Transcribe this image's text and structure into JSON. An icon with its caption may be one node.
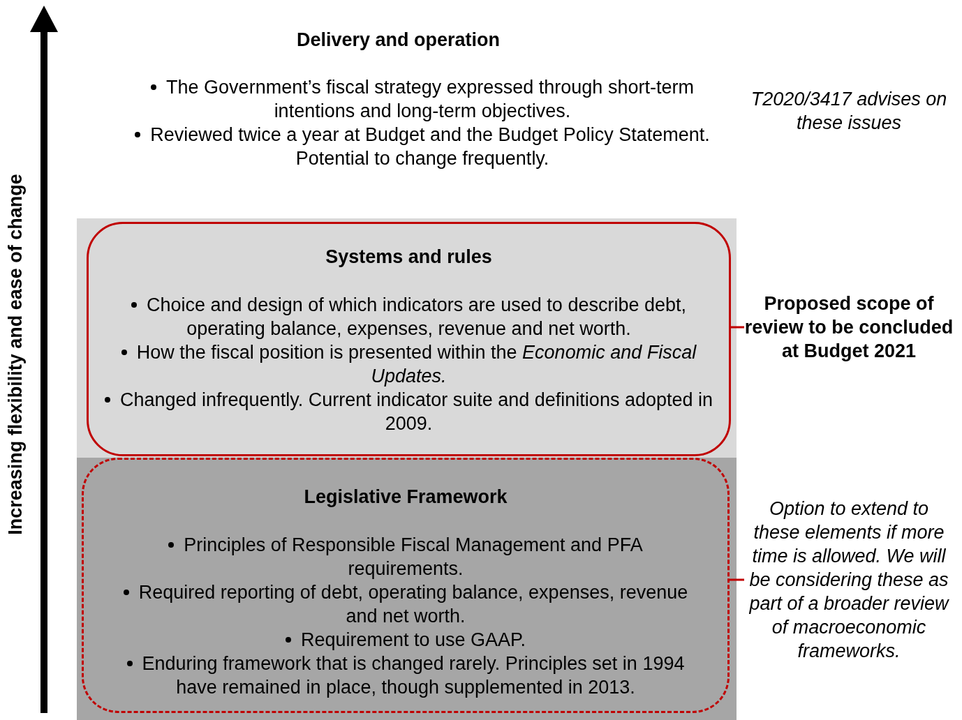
{
  "diagram": {
    "nodes": [
      {
        "text": [],
        "shape": "box"
      },
      {
        "text": [
          "Systems and rules",
          "Choice and design of which indicators are used to describe debt, operating balance, expenses, revenue and net worth.",
          "How the fiscal position is presented within the *Economic and Fiscal Updates.*",
          "Changed infrequently. Current indicator suite and definitions adopted in 2009."
        ],
        "in": 0
      },
      {
        "text": [],
        "shape": "box"
      },
      {
        "text": [
          "Legislative Framework",
          "Principles of Responsible Fiscal Management and PFA requirements.",
          "Required reporting of debt, operating balance, expenses, revenue and net worth.",
          "Requirement to use GAAP.",
          "Enduring framework that is changed rarely. Principles set in 1994 have remained in place, though supplemented in 2013."
        ],
        "in": 2
      },
      {
        "text": [
          "Proposed scope of review to be concluded at Budget 2021"
        ]
      },
      {
        "text": [
          "Option to extend to these elements if more time is allowed. We will be considering these as part of a broader review of macroeconomic frameworks."
        ]
      }
    ],
    "edges": [
      {
        "from": 4,
        "to": 1,
        "arrow": "none",
        "color": "#c00000"
      },
      {
        "from": 5,
        "to": 3,
        "arrow": "none",
        "color": "#c00000"
      }
    ],
    "labels": [
      "Increasing flexibility and ease of change",
      "Delivery and operation",
      "The Government’s fiscal strategy expressed through short-term intentions and long-term objectives.",
      "Reviewed twice a year at Budget and the Budget Policy Statement. Potential to change frequently.",
      "T2020/3417 advises on these issues"
    ]
  }
}
